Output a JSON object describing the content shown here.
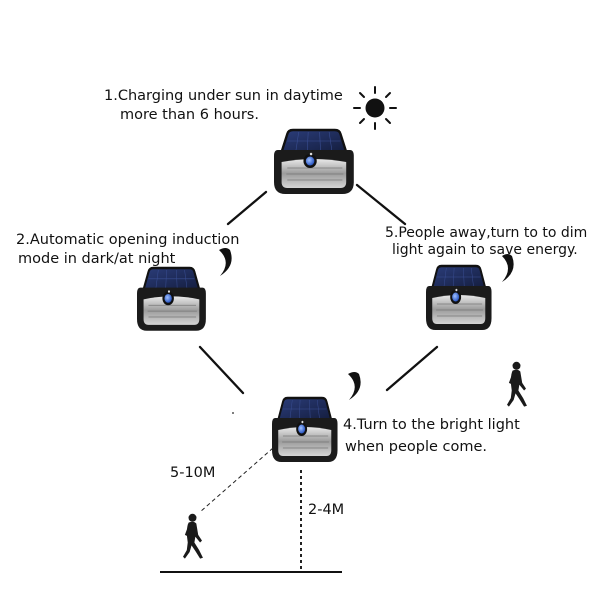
{
  "steps": [
    {
      "number": "1",
      "line1": "1.Charging under sun in daytime",
      "line2": "more than 6 hours."
    },
    {
      "number": "2",
      "line1": "2.Automatic opening induction",
      "line2": "mode in dark/at night"
    },
    {
      "number": "4",
      "line1": "4.Turn to the bright light",
      "line2": "when people come."
    },
    {
      "number": "5",
      "line1": "5.People away,turn to to dim",
      "line2": "light again to save energy."
    }
  ],
  "distances": {
    "diagonal": "5-10M",
    "height": "2-4M"
  },
  "icons": [
    "sun-icon",
    "moon-icon",
    "walking-person-icon",
    "solar-wall-light"
  ],
  "colors": {
    "lamp_body": "#1b1b1b",
    "solar_panel": "#1c2a57",
    "lens": "#c9c9c9",
    "sensor": "#3b6fd8"
  }
}
